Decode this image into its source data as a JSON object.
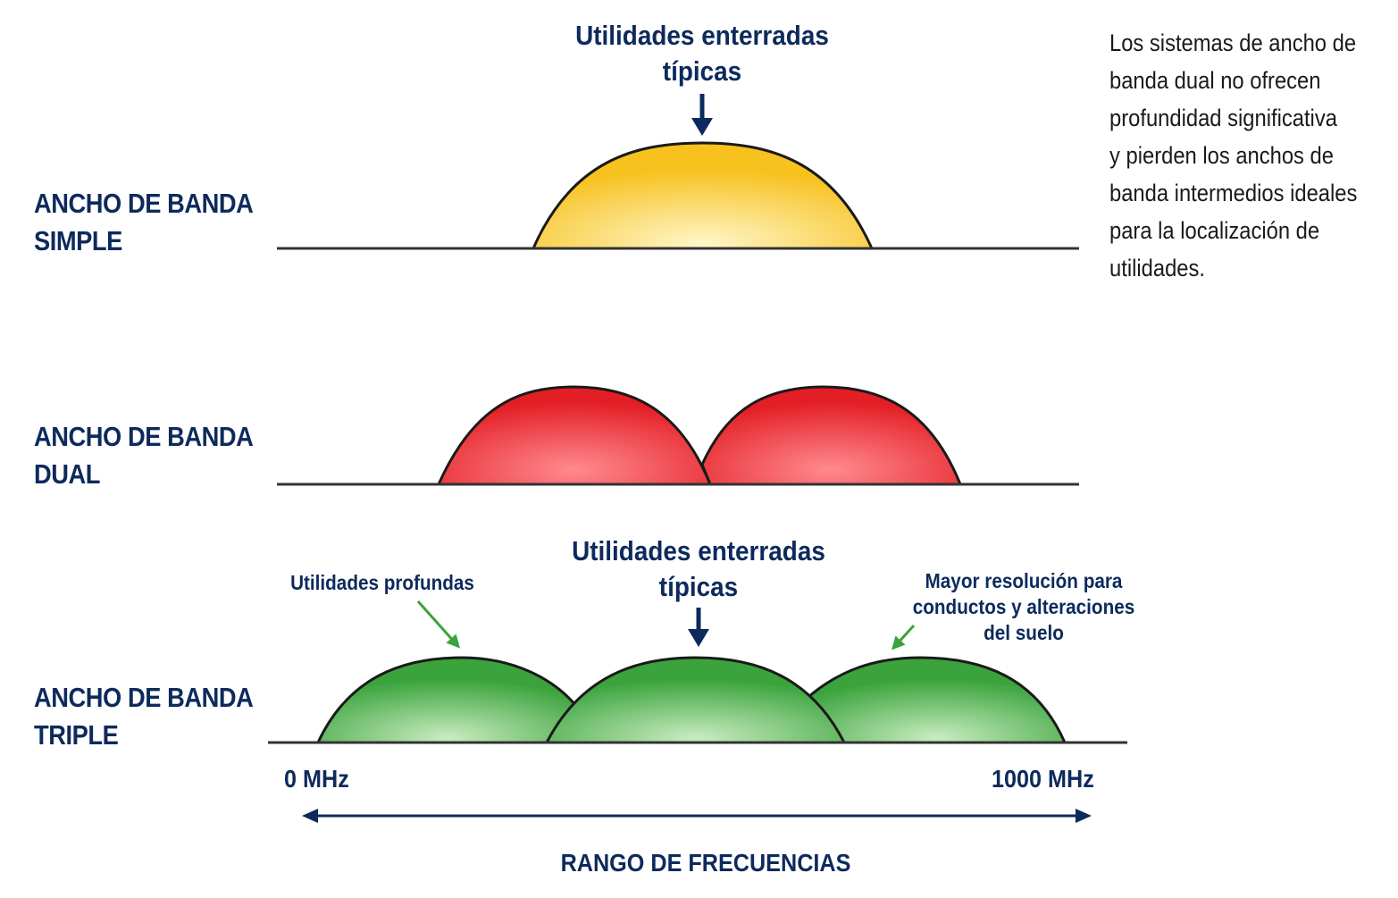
{
  "colors": {
    "navy": "#0d2a5c",
    "single_fill": "#f7c11e",
    "single_highlight": "#fff6c8",
    "dual_fill": "#e31e24",
    "dual_highlight": "#ff8a90",
    "triple_fill": "#3aa33c",
    "triple_highlight": "#c9ecc0",
    "green_arrow": "#3aa33c"
  },
  "rows": {
    "single": {
      "line1": "ANCHO DE BANDA",
      "line2": "SIMPLE"
    },
    "dual": {
      "line1": "ANCHO DE BANDA",
      "line2": "DUAL"
    },
    "triple": {
      "line1": "ANCHO DE BANDA",
      "line2": "TRIPLE"
    }
  },
  "callouts": {
    "top": {
      "line1": "Utilidades enterradas",
      "line2": "típicas"
    },
    "middle": {
      "line1": "Utilidades enterradas",
      "line2": "típicas"
    },
    "deep": {
      "line1": "Utilidades profundas"
    },
    "resolution": {
      "line1": "Mayor resolución para",
      "line2": "conductos y alteraciones",
      "line3": "del suelo"
    }
  },
  "note": {
    "lines": [
      "Los sistemas de ancho de",
      "banda dual no ofrecen",
      "profundidad significativa",
      "y pierden los anchos de",
      "banda intermedios ideales",
      "para la localización de",
      "utilidades."
    ]
  },
  "axis": {
    "min_label": "0 MHz",
    "max_label": "1000 MHz",
    "range_label": "RANGO DE FRECUENCIAS"
  }
}
